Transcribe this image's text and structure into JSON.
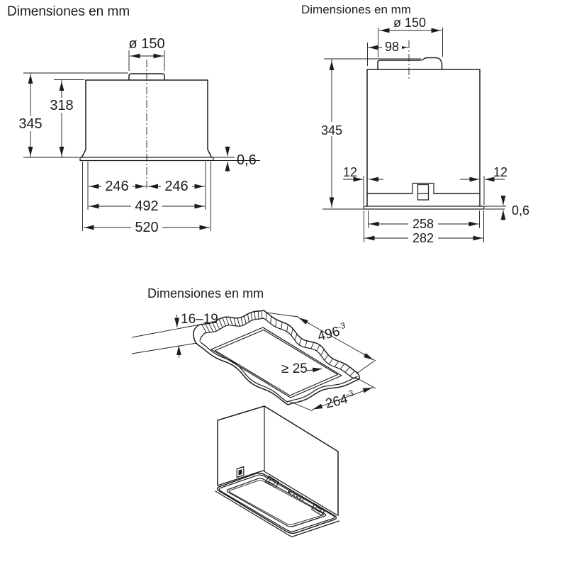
{
  "colors": {
    "line": "#1d1d1d",
    "background": "#ffffff"
  },
  "views": {
    "front": {
      "title": "Dimensiones en mm",
      "dims": {
        "duct_diameter": "ø 150",
        "inner_height": "318",
        "total_height": "345",
        "panel_thickness": "0,6",
        "half_width_left": "246",
        "half_width_right": "246",
        "frame_width": "492",
        "total_width": "520"
      }
    },
    "side": {
      "title": "Dimensiones en mm",
      "dims": {
        "duct_diameter": "ø 150",
        "duct_offset": "98",
        "total_height": "345",
        "flange_overhang_left": "12",
        "flange_overhang_right": "12",
        "panel_thickness": "0,6",
        "body_depth": "258",
        "total_depth": "282"
      }
    },
    "cutout": {
      "title": "Dimensiones en mm",
      "dims": {
        "ceiling_thickness": "16–19",
        "cutout_length": "496",
        "cutout_length_tolerance": "-3",
        "min_clearance": "≥ 25",
        "cutout_width": "264",
        "cutout_width_tolerance": "-3"
      }
    }
  }
}
